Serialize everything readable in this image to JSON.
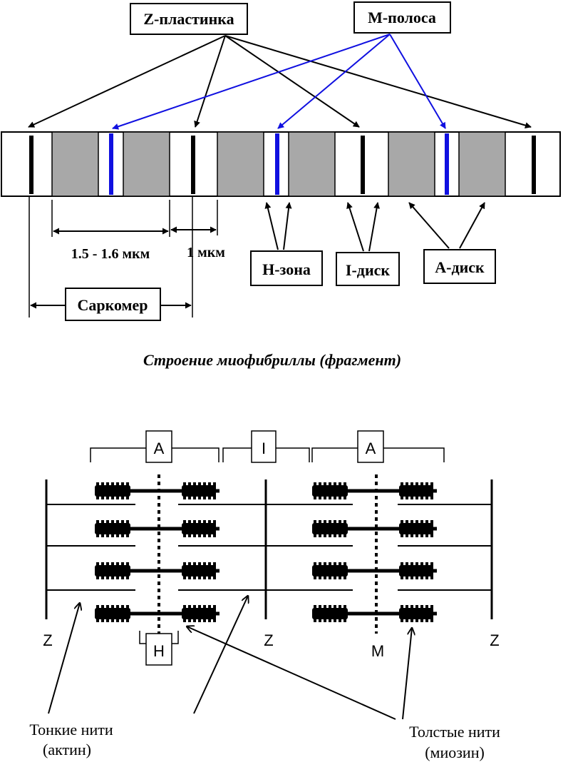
{
  "top": {
    "z_plate_label": "Z-пластинка",
    "m_band_label": "М-полоса",
    "dim_a_label": "1.5 - 1.6 мкм",
    "dim_i_label": "1 мкм",
    "h_zone_label": "Н-зона",
    "i_disc_label": "I-диск",
    "a_disc_label": "А-диск",
    "sarcomere_label": "Саркомер",
    "caption": "Строение миофибриллы (фрагмент)"
  },
  "bottom": {
    "a_label_1": "A",
    "i_label": "I",
    "a_label_2": "A",
    "h_label": "H",
    "z_label_1": "Z",
    "z_label_2": "Z",
    "z_label_3": "Z",
    "m_label": "M",
    "thin_filaments_line1": "Тонкие нити",
    "thin_filaments_line2": "(актин)",
    "thick_filaments_line1": "Толстые нити",
    "thick_filaments_line2": "(миозин)"
  },
  "colors": {
    "blue_band": "#1010e0",
    "grey_band": "#a8a8a8",
    "black": "#000000"
  }
}
